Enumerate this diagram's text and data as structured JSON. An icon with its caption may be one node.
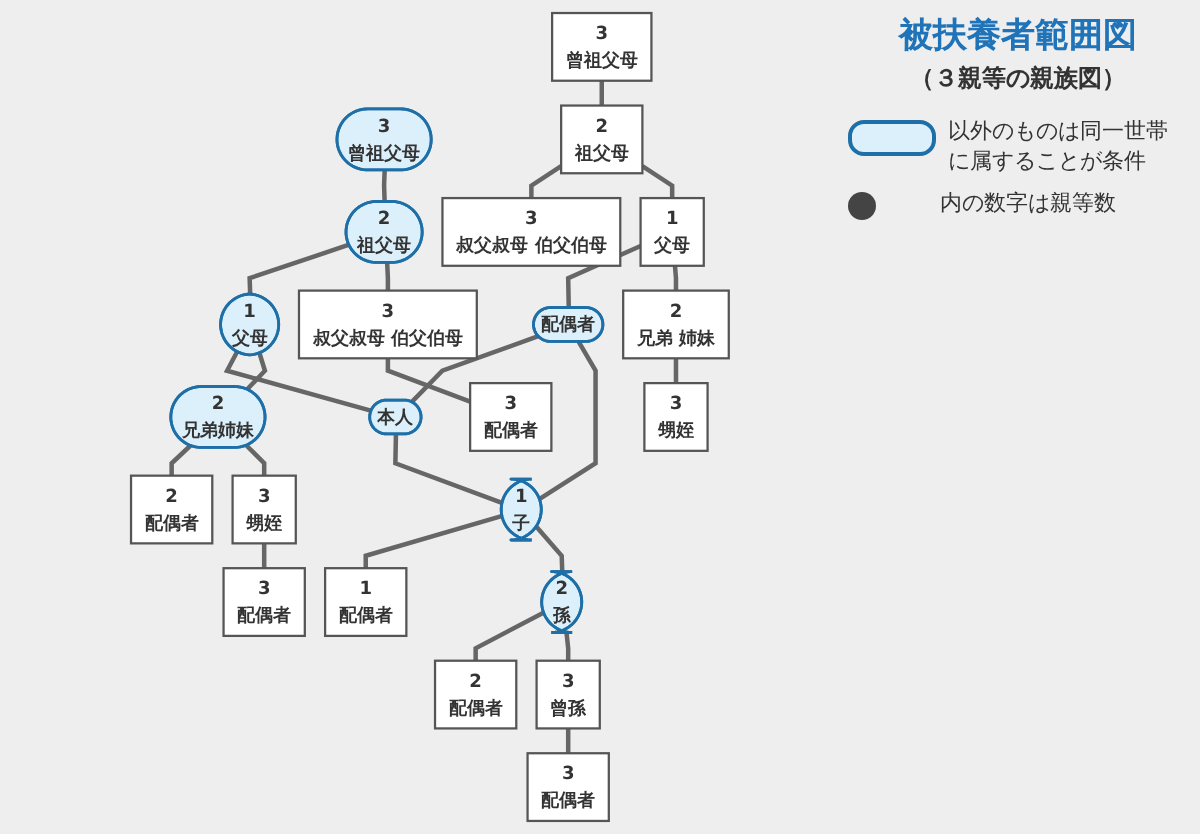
{
  "diagram": {
    "title": "被扶養者範囲図",
    "caption": "（３親等の親族図）",
    "nodes": [
      {
        "text": [
          "3",
          "曾祖父母"
        ]
      },
      {
        "text": [
          "3",
          "曾祖父母"
        ]
      },
      {
        "text": [
          "2",
          "祖父母"
        ]
      },
      {
        "text": [
          "2",
          "祖父母"
        ]
      },
      {
        "text": [
          "3",
          "叔父叔母 伯父伯母"
        ]
      },
      {
        "text": [
          "1",
          "父母"
        ]
      },
      {
        "text": [
          "1",
          "父母"
        ]
      },
      {
        "text": [
          "3",
          "叔父叔母 伯父伯母"
        ]
      },
      {
        "text": [
          "3",
          "配偶者"
        ]
      },
      {
        "text": [
          "2",
          "兄弟 姉妹"
        ]
      },
      {
        "text": [
          "配偶者"
        ]
      },
      {
        "text": [
          "本人"
        ]
      },
      {
        "text": [
          "2",
          "兄弟姉妹"
        ]
      },
      {
        "text": [
          "2",
          "配偶者"
        ]
      },
      {
        "text": [
          "3",
          "甥姪"
        ]
      },
      {
        "text": [
          "1",
          "子"
        ]
      },
      {
        "text": [
          "1",
          "配偶者"
        ]
      },
      {
        "text": [
          "3",
          "甥姪"
        ]
      },
      {
        "text": [
          "3",
          "配偶者"
        ]
      },
      {
        "text": [
          "2",
          "孫"
        ]
      },
      {
        "text": [
          "2",
          "配偶者"
        ]
      },
      {
        "text": [
          "3",
          "曾孫"
        ]
      },
      {
        "text": [
          "3",
          "配偶者"
        ]
      }
    ],
    "edges": [
      {
        "from": 0,
        "to": 2,
        "arrow": "none"
      },
      {
        "from": 2,
        "to": 4,
        "arrow": "none"
      },
      {
        "from": 2,
        "to": 5,
        "arrow": "none"
      },
      {
        "from": 5,
        "to": 10,
        "arrow": "none"
      },
      {
        "from": 5,
        "to": 9,
        "arrow": "none"
      },
      {
        "from": 9,
        "to": 14,
        "arrow": "none"
      },
      {
        "from": 1,
        "to": 3,
        "arrow": "none"
      },
      {
        "from": 3,
        "to": 6,
        "arrow": "none"
      },
      {
        "from": 3,
        "to": 7,
        "arrow": "none"
      },
      {
        "from": 7,
        "to": 8,
        "arrow": "none"
      },
      {
        "from": 6,
        "to": 11,
        "arrow": "none"
      },
      {
        "from": 6,
        "to": 12,
        "arrow": "none"
      },
      {
        "from": 12,
        "to": 13,
        "arrow": "none"
      },
      {
        "from": 12,
        "to": 17,
        "arrow": "none"
      },
      {
        "from": 17,
        "to": 18,
        "arrow": "none"
      },
      {
        "from": 10,
        "to": 11,
        "arrow": "none"
      },
      {
        "from": 10,
        "to": 15,
        "arrow": "none"
      },
      {
        "from": 11,
        "to": 15,
        "arrow": "none"
      },
      {
        "from": 15,
        "to": 16,
        "arrow": "none"
      },
      {
        "from": 15,
        "to": 19,
        "arrow": "none"
      },
      {
        "from": 19,
        "to": 20,
        "arrow": "none"
      },
      {
        "from": 19,
        "to": 21,
        "arrow": "none"
      },
      {
        "from": 21,
        "to": 22,
        "arrow": "none"
      }
    ],
    "legend": [
      {
        "text": "以外のものは同一世帯に属することが条件",
        "color": "#dcf0fb"
      },
      {
        "text": "内の数字は親等数",
        "color": "#444444"
      }
    ]
  }
}
